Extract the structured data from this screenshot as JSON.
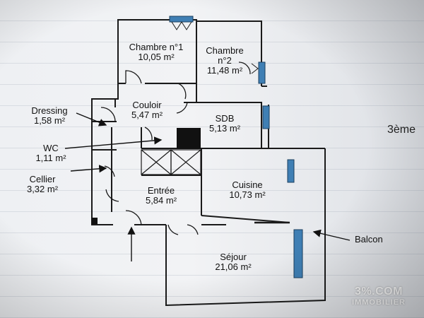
{
  "rooms": {
    "chambre1": {
      "name": "Chambre n°1",
      "area": "10,05  m²"
    },
    "chambre2": {
      "line1": "Chambre",
      "line2": "n°2",
      "area": "11,48  m²"
    },
    "couloir": {
      "name": "Couloir",
      "area": "5,47  m²"
    },
    "sdb": {
      "name": "SDB",
      "area": "5,13  m²"
    },
    "entree": {
      "name": "Entrée",
      "area": "5,84  m²"
    },
    "cuisine": {
      "name": "Cuisine",
      "area": "10,73  m²"
    },
    "sejour": {
      "name": "Séjour",
      "area": "21,06  m²"
    }
  },
  "callouts": {
    "dressing": {
      "name": "Dressing",
      "area": "1,58  m²"
    },
    "wc": {
      "name": "WC",
      "area": "1,11  m²"
    },
    "cellier": {
      "name": "Cellier",
      "area": "3,32  m²"
    },
    "balcon": {
      "name": "Balcon"
    }
  },
  "page_side_text": "3ème",
  "watermark": {
    "main": "3%.COM",
    "sub": "IMMOBILIER"
  },
  "colors": {
    "wall": "#1a1a1a",
    "window": "#3f7fb4",
    "paper": "#eef0f3"
  }
}
